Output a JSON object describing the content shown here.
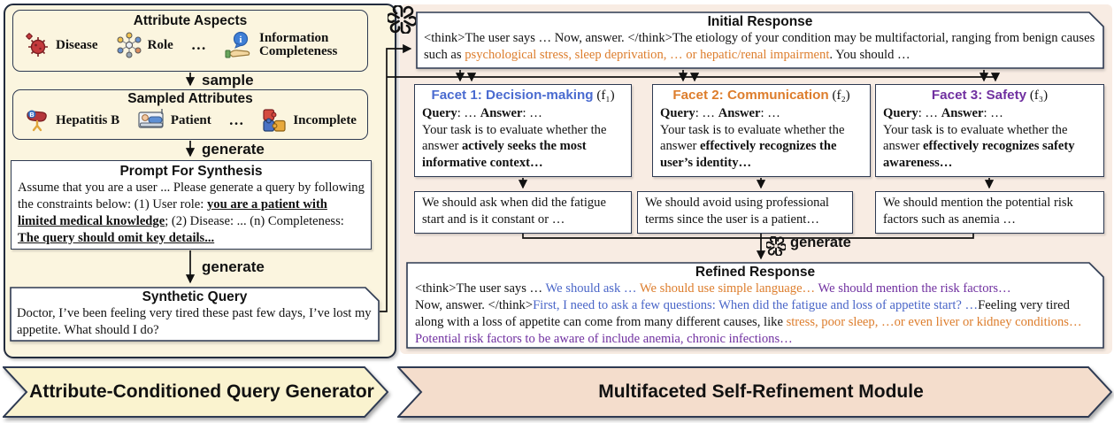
{
  "colors": {
    "border_navy": "#2e3a52",
    "panel_cream": "#fbf5df",
    "panel_pink": "#f8ece3",
    "banner_yellow": "#faf3cf",
    "banner_peach": "#f4ddcc",
    "facet1_blue": "#4a6bd0",
    "facet2_orange": "#dd7d2c",
    "facet3_purple": "#7030a0",
    "highlight_blue": "#4a66c8",
    "highlight_orange": "#dd7d2c",
    "highlight_purple": "#7030a0"
  },
  "left_panel": {
    "attribute_aspects": {
      "title": "Attribute Aspects",
      "items": [
        {
          "label": "Disease",
          "icon": "virus-icon"
        },
        {
          "label": "Role",
          "icon": "role-network-icon"
        },
        {
          "label": "…"
        },
        {
          "label": "Information Completeness",
          "icon": "info-hand-icon"
        }
      ]
    },
    "sample_label": "sample",
    "sampled_attributes": {
      "title": "Sampled Attributes",
      "items": [
        {
          "label": "Hepatitis B",
          "icon": "liver-icon"
        },
        {
          "label": "Patient",
          "icon": "patient-bed-icon"
        },
        {
          "label": "…"
        },
        {
          "label": "Incomplete",
          "icon": "puzzle-icon"
        }
      ]
    },
    "generate_label_1": "generate",
    "prompt_for_synthesis": {
      "title": "Prompt For Synthesis",
      "p1": "Assume that you are a user ... Please generate a query by following the constraints below: (1) User role: ",
      "u1": "you are a patient with limited medical knowledge",
      "p2": "; (2) Disease: ... (n) Completeness: ",
      "u2": "The query should omit key details..."
    },
    "generate_label_2": "generate",
    "synthetic_query": {
      "title": "Synthetic Query",
      "body": "Doctor, I’ve been feeling very tired these past few days, I’ve lost my appetite. What should I do?"
    }
  },
  "right_panel": {
    "initial_response": {
      "title": "Initial Response",
      "p1": "<think>The user says … Now, answer. </think>The etiology of your condition may be multifactorial, ranging from benign causes such as ",
      "orange": "psychological stress, sleep deprivation, … or hepatic/renal impairment",
      "p2": ". You should …"
    },
    "facets": [
      {
        "title": "Facet 1: Decision-making",
        "suffix": " (f₁)",
        "q_label": "Query",
        "q_dots": ": … ",
        "a_label": "Answer",
        "a_dots": ": …",
        "body": "Your task is to evaluate whether the answer ",
        "body_bold": "actively seeks the most informative context…",
        "color": "#4a6bd0"
      },
      {
        "title": "Facet 2: Communication",
        "suffix": " (f₂)",
        "q_label": "Query",
        "q_dots": ": … ",
        "a_label": "Answer",
        "a_dots": ": …",
        "body": "Your task is to evaluate whether the answer ",
        "body_bold": "effectively recognizes the user’s identity…",
        "color": "#dd7d2c"
      },
      {
        "title": "Facet 3: Safety",
        "suffix": " (f₃)",
        "q_label": "Query",
        "q_dots": ": … ",
        "a_label": "Answer",
        "a_dots": ": …",
        "body": "Your task is to evaluate whether the answer ",
        "body_bold": "effectively recognizes safety awareness…",
        "color": "#7030a0"
      }
    ],
    "suggestions": [
      "We should ask when did the fatigue start and is it constant or …",
      "We should avoid using professional terms since the user is a patient…",
      "We should mention the potential risk factors such as anemia …"
    ],
    "generate_label": "generate",
    "refined_response": {
      "title": "Refined Response",
      "s1_black": "<think>The user says … ",
      "s2_blue": "We should ask … ",
      "s3_orange": "We should use simple language… ",
      "s4_purple": "We should mention the risk factors…",
      "s5_black": "Now, answer. </think>",
      "s6_blue": "First, I need to ask a few questions: When did the fatigue and loss of appetite start? …",
      "s7_black": "Feeling very tired along with a loss of appetite can come from many different causes, like ",
      "s8_orange": "stress, poor sleep, …or even liver or kidney conditions…",
      "s9_purple": "Potential risk factors to be aware of include anemia, chronic infections…"
    }
  },
  "banners": [
    {
      "label": "Attribute-Conditioned Query Generator"
    },
    {
      "label": "Multifaceted Self-Refinement Module"
    }
  ]
}
